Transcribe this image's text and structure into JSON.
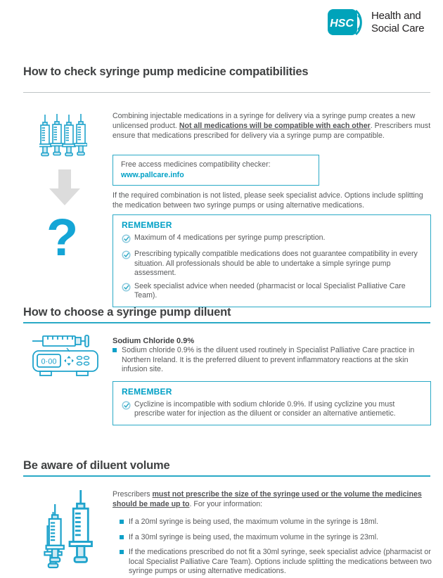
{
  "colors": {
    "teal_brand": "#00a3ba",
    "teal_border": "#2aa9c6",
    "teal_text": "#00a0c6",
    "icon_stroke": "#1fa3cc",
    "arrow_gray": "#dcdcdc",
    "body_gray": "#58595b",
    "heading_gray": "#3f4142"
  },
  "header": {
    "logo_text": "HSC",
    "org_name_line1": "Health and",
    "org_name_line2": "Social Care"
  },
  "illustrations": {
    "question_mark": "?",
    "pump_display": "0·00"
  },
  "section1": {
    "title": "How to check syringe pump medicine compatibilities",
    "intro_pre": "Combining injectable medications in a syringe for delivery via a syringe pump creates a new unlicensed product.  ",
    "intro_bold": "Not all medications will be compatible with each other",
    "intro_post": ".  Prescribers must ensure that medications prescribed for delivery via a syringe pump are compatible.",
    "checker_label": "Free access medicines compatibility checker:",
    "checker_url": "www.pallcare.info",
    "advice": "If the required combination is not listed, please seek specialist advice. Options include splitting the medication between two syringe pumps or using alternative medications.",
    "remember_title": "REMEMBER",
    "remember_items": [
      "Maximum of 4 medications per syringe pump prescription.",
      "Prescribing typically compatible medications does not guarantee compatibility in every situation.  All professionals should be able to undertake a simple syringe pump assessment.",
      "Seek specialist advice when needed (pharmacist or local Specialist Palliative Care Team)."
    ]
  },
  "section2": {
    "title": "How to choose a syringe pump diluent",
    "subheading": "Sodium Chloride 0.9%",
    "bullet": "Sodium chloride 0.9% is the diluent used routinely in Specialist Palliative Care practice in Northern Ireland. It is the preferred diluent to prevent inflammatory reactions at the skin infusion site.",
    "remember_title": "REMEMBER",
    "remember_items": [
      "Cyclizine is incompatible with sodium chloride 0.9%.  If using cyclizine you must prescribe water for injection as the diluent or consider an alternative antiemetic."
    ]
  },
  "section3": {
    "title": "Be aware of diluent volume",
    "intro_pre": "Prescribers ",
    "intro_bold": "must not prescribe the size of the syringe used or the volume the medicines should be made up to",
    "intro_post": ".  For your information:",
    "bullets": [
      "If a 20ml syringe is being used, the maximum volume in the syringe is 18ml.",
      "If a 30ml syringe is being used, the maximum volume in the syringe is 23ml.",
      "If the medications prescribed do not fit a 30ml syringe, seek specialist advice (pharmacist or local Specialist Palliative Care Team).  Options include splitting the medications between two syringe pumps or using alternative medications."
    ]
  }
}
